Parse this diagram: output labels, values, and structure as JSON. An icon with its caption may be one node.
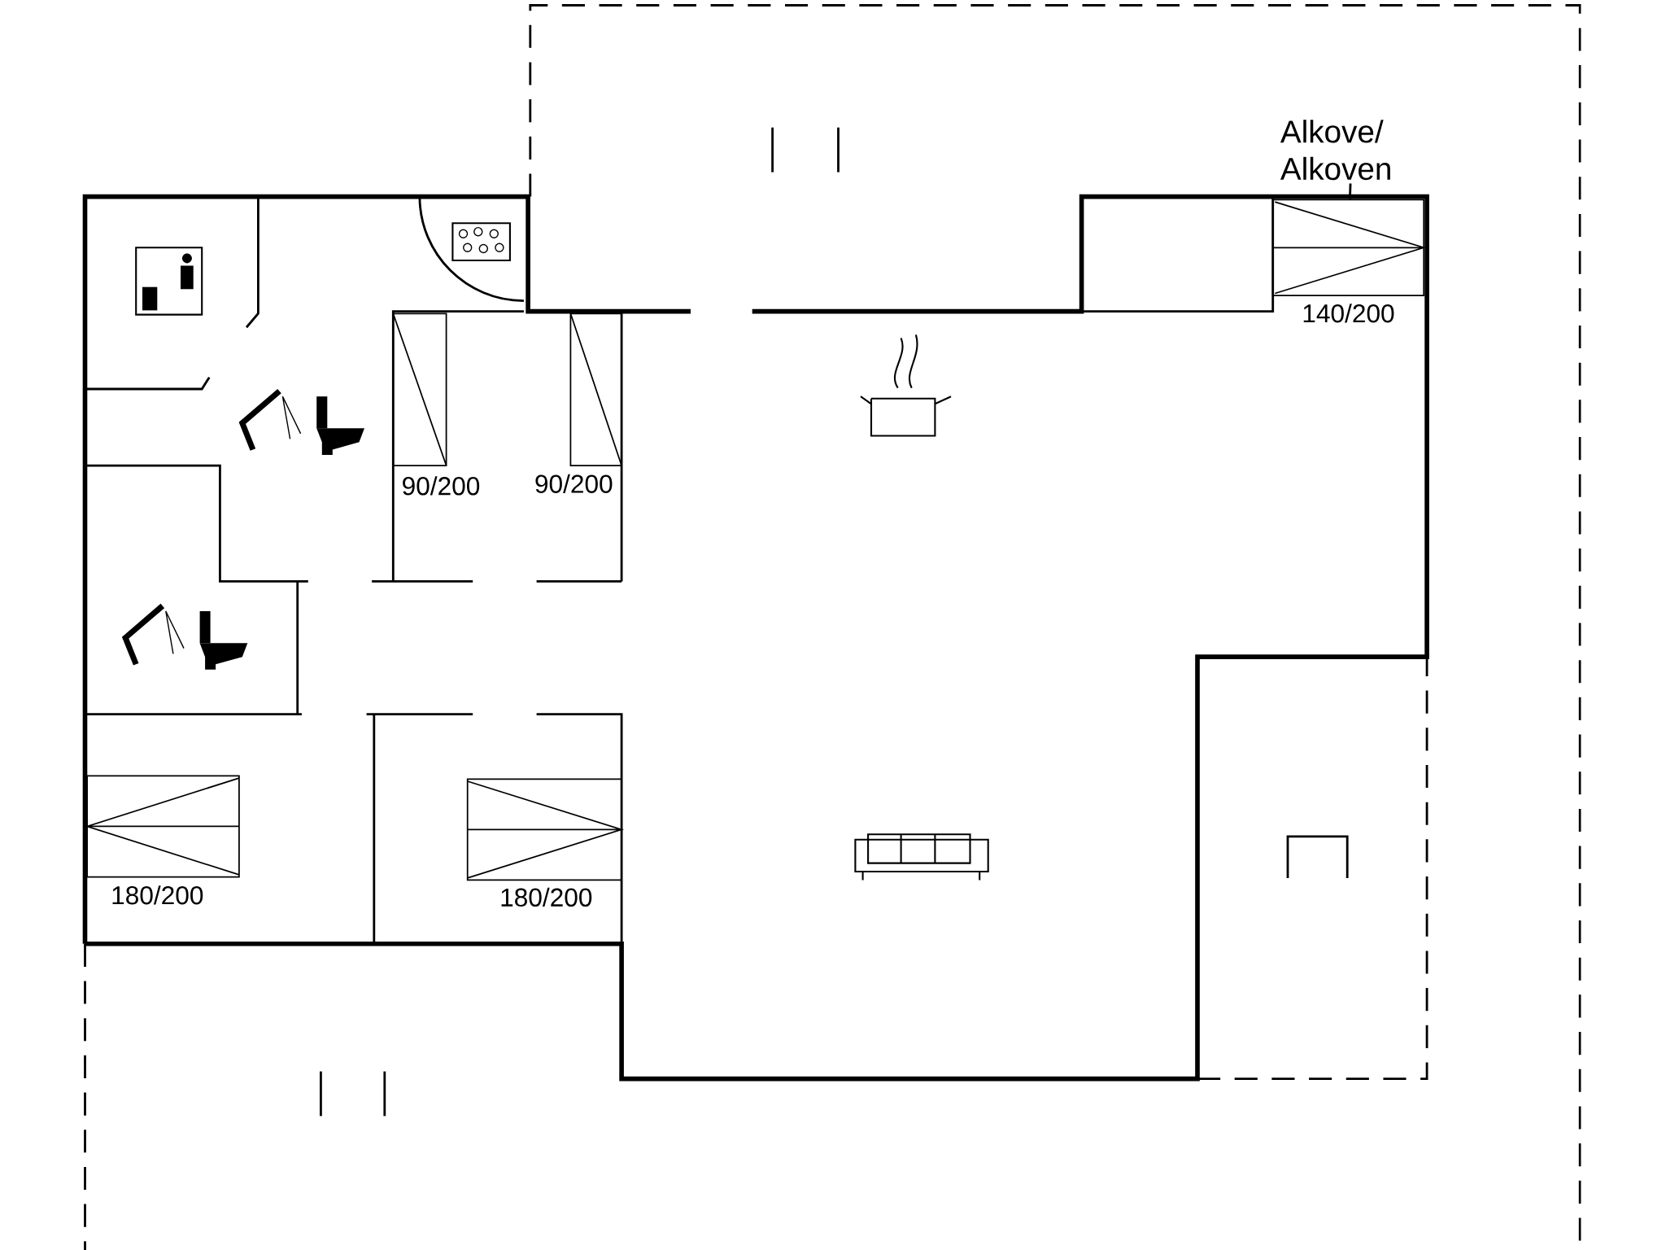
{
  "diagram": {
    "nodes": [
      {
        "text": [
          "Alkove/ Alkoven"
        ]
      },
      {
        "text": [],
        "shape": "box",
        "beside": [
          "140/200"
        ]
      }
    ],
    "edges": [
      {
        "from": 0,
        "to": 1,
        "arrow": "none"
      }
    ],
    "labels": [
      "90/200",
      "90/200",
      "180/200",
      "180/200"
    ]
  }
}
